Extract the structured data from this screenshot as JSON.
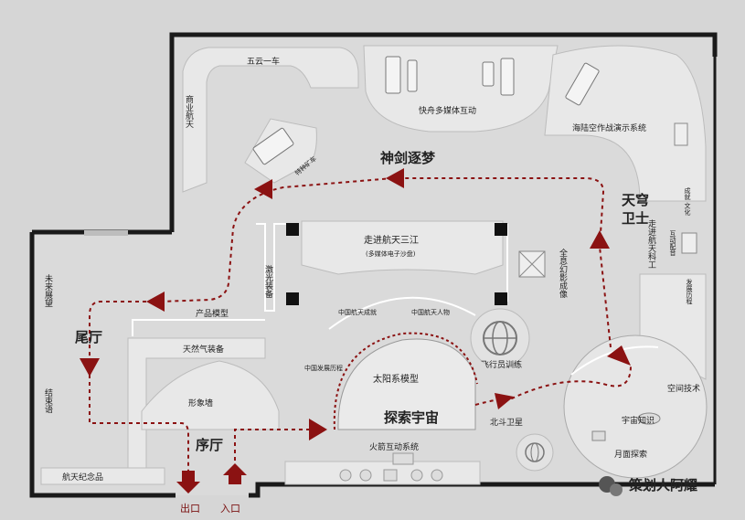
{
  "diagram": {
    "zones": {
      "shenjian": "神剑逐梦",
      "tianqiong_1": "天穹",
      "tianqiong_2": "卫士",
      "weiting": "尾厅",
      "xuting": "序厅",
      "tansuo": "探索宇宙"
    },
    "areas": {
      "wuyun": "五云一车",
      "shangye": "商业航天",
      "tezhong": "特种矿车",
      "kuaizhou": "快舟多媒体互动",
      "hailu": "海陆空作战演示系统",
      "zoujin": "走进航天三江",
      "zoujin_sub": "(多媒体电子沙盘)",
      "quanxi": "全息幻影成像",
      "zoujin_kegong": "走进航天科工",
      "chengji_wenhua": "成就 文化",
      "hudong_peiyin": "互动配音",
      "fazhan_licheng_r": "发展历程",
      "jiguang": "激光装备",
      "chanpin": "产品模型",
      "tianranqi": "天然气装备",
      "xingxiang": "形象墙",
      "weilai": "未来展望",
      "jieshu": "结束语",
      "jinian": "航天纪念品",
      "zhongguo_chengjiu": "中国航天成就",
      "zhongguo_renwu": "中国航天人物",
      "zhongguo_licheng": "中国发展历程",
      "taiyangxi": "太阳系模型",
      "feixingyuan": "飞行员训练",
      "beidou": "北斗卫星",
      "huojian": "火箭互动系统",
      "kongjian": "空间技术",
      "yuzhou": "宇宙知识",
      "yuemian": "月面探索"
    },
    "doors": {
      "exit": "出口",
      "entrance": "入口"
    },
    "watermark": "策划人阿耀"
  },
  "colors": {
    "route": "#8b1212",
    "wall": "#1a1a1a",
    "floor": "#d6d6d6",
    "room": "#e6e6e6"
  }
}
